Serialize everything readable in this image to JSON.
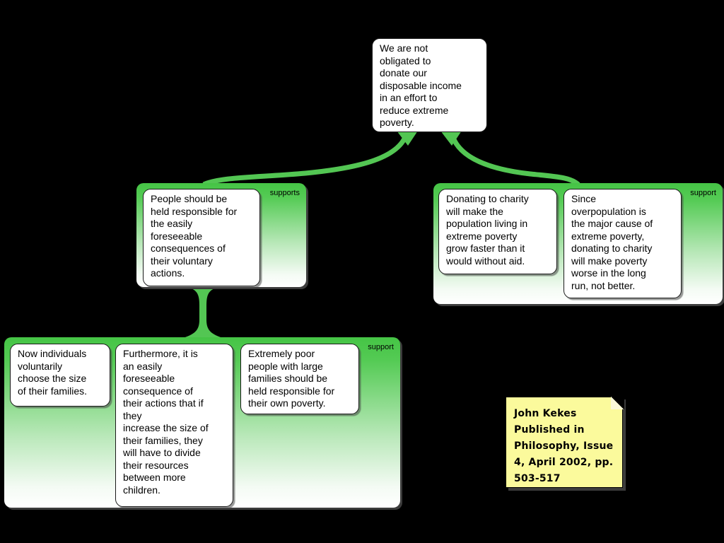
{
  "colors": {
    "connector": "#53c653",
    "group_top": "#45c445",
    "group_mid": "#55cb55",
    "box_bg": "#ffffff",
    "box_border": "#1a1a1a",
    "note_bg": "#fbfa9c",
    "note_flap": "#faf8d8",
    "shadow": "#3c3c3c",
    "text": "#000000"
  },
  "claim": {
    "text": "We are not\nobligated to\ndonate our\ndisposable income\nin an effort to\nreduce extreme\npoverty."
  },
  "groups": [
    {
      "label": "supports",
      "boxes": [
        {
          "text": "People should be\nheld responsible for\nthe easily\nforeseeable\nconsequences of\ntheir voluntary\nactions."
        }
      ]
    },
    {
      "label": "support",
      "boxes": [
        {
          "text": "Donating to charity\nwill make the\npopulation living in\nextreme poverty\ngrow faster than it\nwould without aid."
        },
        {
          "text": "Since\noverpopulation is\nthe major cause of\nextreme poverty,\ndonating to charity\nwill make poverty\nworse in the long\nrun, not better."
        }
      ]
    },
    {
      "label": "support",
      "boxes": [
        {
          "text": "Now individuals\nvoluntarily\nchoose the size\nof their families."
        },
        {
          "text": "Furthermore, it is\nan easily\nforeseeable\nconsequence of\ntheir actions that if\nthey\nincrease the size of\ntheir families, they\nwill have to divide\ntheir resources\nbetween more\nchildren."
        },
        {
          "text": "Extremely poor\npeople with large\nfamilies should be\nheld responsible for\ntheir own poverty."
        }
      ]
    }
  ],
  "note": {
    "text": "John Kekes\nPublished in\nPhilosophy, Issue\n4, April 2002, pp.\n503-517"
  }
}
